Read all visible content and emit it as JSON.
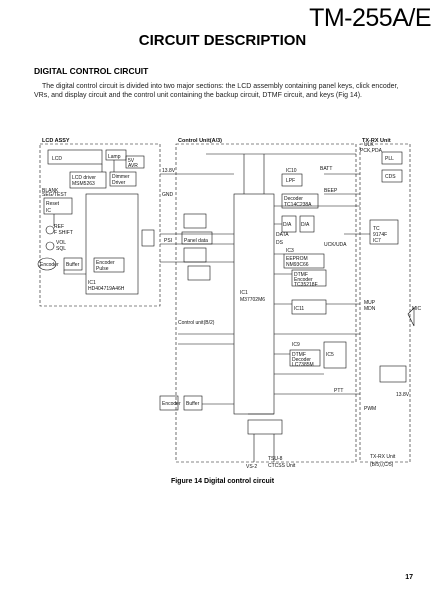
{
  "header": {
    "model": "TM-255A/E"
  },
  "section": {
    "title": "CIRCUIT DESCRIPTION",
    "subtitle": "DIGITAL CONTROL CIRCUIT"
  },
  "body": {
    "paragraph": "The digital control circuit is divided into two major sections: the LCD assembly containing panel keys, click encoder, VRs, and display circuit and the control unit containing the backup circuit, DTMF circuit, and keys (Fig 14)."
  },
  "figure": {
    "caption": "Figure 14 Digital control circuit",
    "frames": {
      "lcd_assy": "LCD ASSY",
      "control_unit": "Control Unit(A/3)",
      "txrx_unit": "TX-RX Unit",
      "control_unit_b": "Control unit(B/2)",
      "txrx_unit_b": "TX-RX Unit",
      "txrx_unit_b_sub": "(B/5),(C/5)"
    },
    "blocks": {
      "lcd": "LCD",
      "lamp": "Lamp",
      "lcd_driver": "LCD driver",
      "lcd_driver_part": "MSM5263",
      "dimmer": "Dimmer",
      "dimmer_sub": "Driver",
      "avr": "5V",
      "avr_sub": "AVR",
      "reset_ic": "Reset",
      "reset_ic_sub": "IC",
      "buffer": "Buffer",
      "encoder": "Encoder",
      "encoder_pulse": "Encoder",
      "encoder_pulse_sub": "Pulse",
      "main_cpu_label": "IC1",
      "main_cpu_part": "HD404719A46H",
      "cpu": "IC1",
      "cpu_part": "M37702M6",
      "pll": "PLL",
      "ic_label": "IC",
      "eeprom_label": "IC3",
      "eeprom_part": "EEPROM",
      "eeprom_sub": "NM93C66",
      "dtmf_enc": "DTMF",
      "dtmf_enc_sub": "Encoder",
      "dtmf_enc_part": "TC35218F",
      "dtmf_dec": "DTMF",
      "dtmf_dec_sub": "Decoder",
      "dtmf_dec_part": "LC7385M",
      "ic11_label": "IC11",
      "decoder": "Decoder",
      "decoder_part": "TC14C238A",
      "lpf": "LPF",
      "da_left": "D/A",
      "da_right": "D/A",
      "tc9174": "TC",
      "tc9174_sub": "9174F",
      "tc9174_ic": "IC7",
      "cds": "CDS",
      "buffer_b": "Buffer",
      "encoder_b": "Encoder",
      "ic9_label": "IC9",
      "ic5_label": "IC5",
      "ic10_label": "IC10"
    },
    "signals": {
      "batt": "BATT",
      "v138": "13.8V",
      "v138b": "13.8V",
      "gnd": "GND",
      "blank": "BLANK",
      "seg_test": "SEG/TEST",
      "ref": "REF",
      "fshift": "F SHIFT",
      "vol": "VOL",
      "sql": "SQL",
      "psi": "PSI",
      "panel_data": "Panel data",
      "ptt": "PTT",
      "mic": "MIC",
      "pck_pda": "PCK,PDA",
      "ucl": "UCK/UDA",
      "ulk": "ULK",
      "data": "DATA",
      "ds": "DS",
      "beep": "BEEP",
      "pwm": "PWM",
      "mup": "MUP",
      "mdn": "MDN",
      "vs2": "VS-2",
      "tsu8": "TSU-8",
      "ctcss": "CTCSS Unit"
    },
    "page_number": "17"
  }
}
